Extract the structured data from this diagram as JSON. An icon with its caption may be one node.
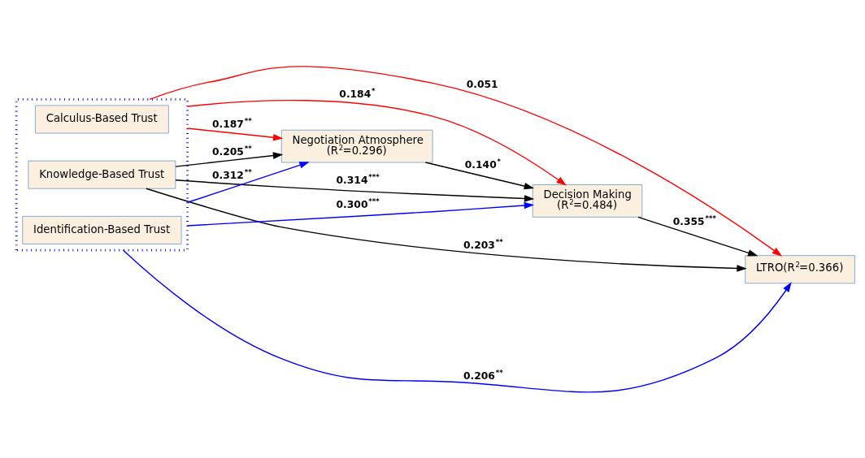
{
  "diagram": {
    "nodes": [
      {
        "text": [],
        "shape": "box"
      },
      {
        "text": [
          "Calculus-Based Trust"
        ],
        "in": 0
      },
      {
        "text": [
          "Knowledge-Based Trust"
        ],
        "in": 0
      },
      {
        "text": [
          "Identification-Based Trust"
        ],
        "in": 0
      },
      {
        "text": [
          "Negotiation Atmosphere",
          "(R$^{2}$=0.296)"
        ]
      },
      {
        "text": [
          "Decision Making",
          "(R$^{2}$=0.484)"
        ]
      },
      {
        "text": [
          "LTRO(R$^{2}$=0.366)"
        ]
      }
    ],
    "edges": [
      {
        "from": 0,
        "to": 6,
        "arrow": "to",
        "label": "0.051",
        "color": "#ff0000"
      },
      {
        "from": 0,
        "to": 5,
        "arrow": "to",
        "label": "0.184$^{*}$",
        "color": "#ff0000"
      },
      {
        "from": 0,
        "to": 4,
        "arrow": "to",
        "label": "0.187$^{**}$",
        "color": "#ff0000"
      },
      {
        "from": 2,
        "to": 4,
        "arrow": "to",
        "label": "0.205$^{**}$"
      },
      {
        "from": 4,
        "to": 5,
        "arrow": "to",
        "label": "0.140$^{*}$"
      },
      {
        "from": 5,
        "to": 6,
        "arrow": "to",
        "label": "0.355$^{***}$"
      },
      {
        "from": 2,
        "to": 5,
        "arrow": "to",
        "label": "0.314$^{***}$"
      },
      {
        "from": 2,
        "to": 6,
        "arrow": "to",
        "label": "0.203$^{**}$"
      },
      {
        "from": 0,
        "to": 4,
        "arrow": "to",
        "label": "0.312$^{**}$",
        "color": "#0000ff"
      },
      {
        "from": 0,
        "to": 5,
        "arrow": "to",
        "label": "0.300$^{***}$",
        "color": "#0000ff"
      },
      {
        "from": 0,
        "to": 6,
        "arrow": "to",
        "label": "0.206$^{**}$",
        "color": "#0000ff"
      }
    ]
  }
}
